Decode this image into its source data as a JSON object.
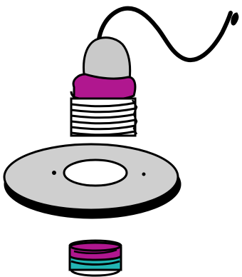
{
  "illustration": {
    "parts": [
      {
        "id": "cable",
        "icon": "cable-icon"
      },
      {
        "id": "socket-cap",
        "icon": "socket-cap-icon"
      },
      {
        "id": "socket-collar",
        "icon": "socket-collar-icon"
      },
      {
        "id": "socket-thread",
        "icon": "threaded-sleeve-icon"
      },
      {
        "id": "washer",
        "icon": "washer-ring-icon"
      },
      {
        "id": "base-nut",
        "icon": "base-nut-icon"
      }
    ],
    "colors": {
      "outline": "#000000",
      "cap_gray": "#c9c9c9",
      "washer_gray": "#cfcfcf",
      "magenta": "#b0178f",
      "teal": "#22b6b4",
      "white": "#ffffff"
    }
  }
}
